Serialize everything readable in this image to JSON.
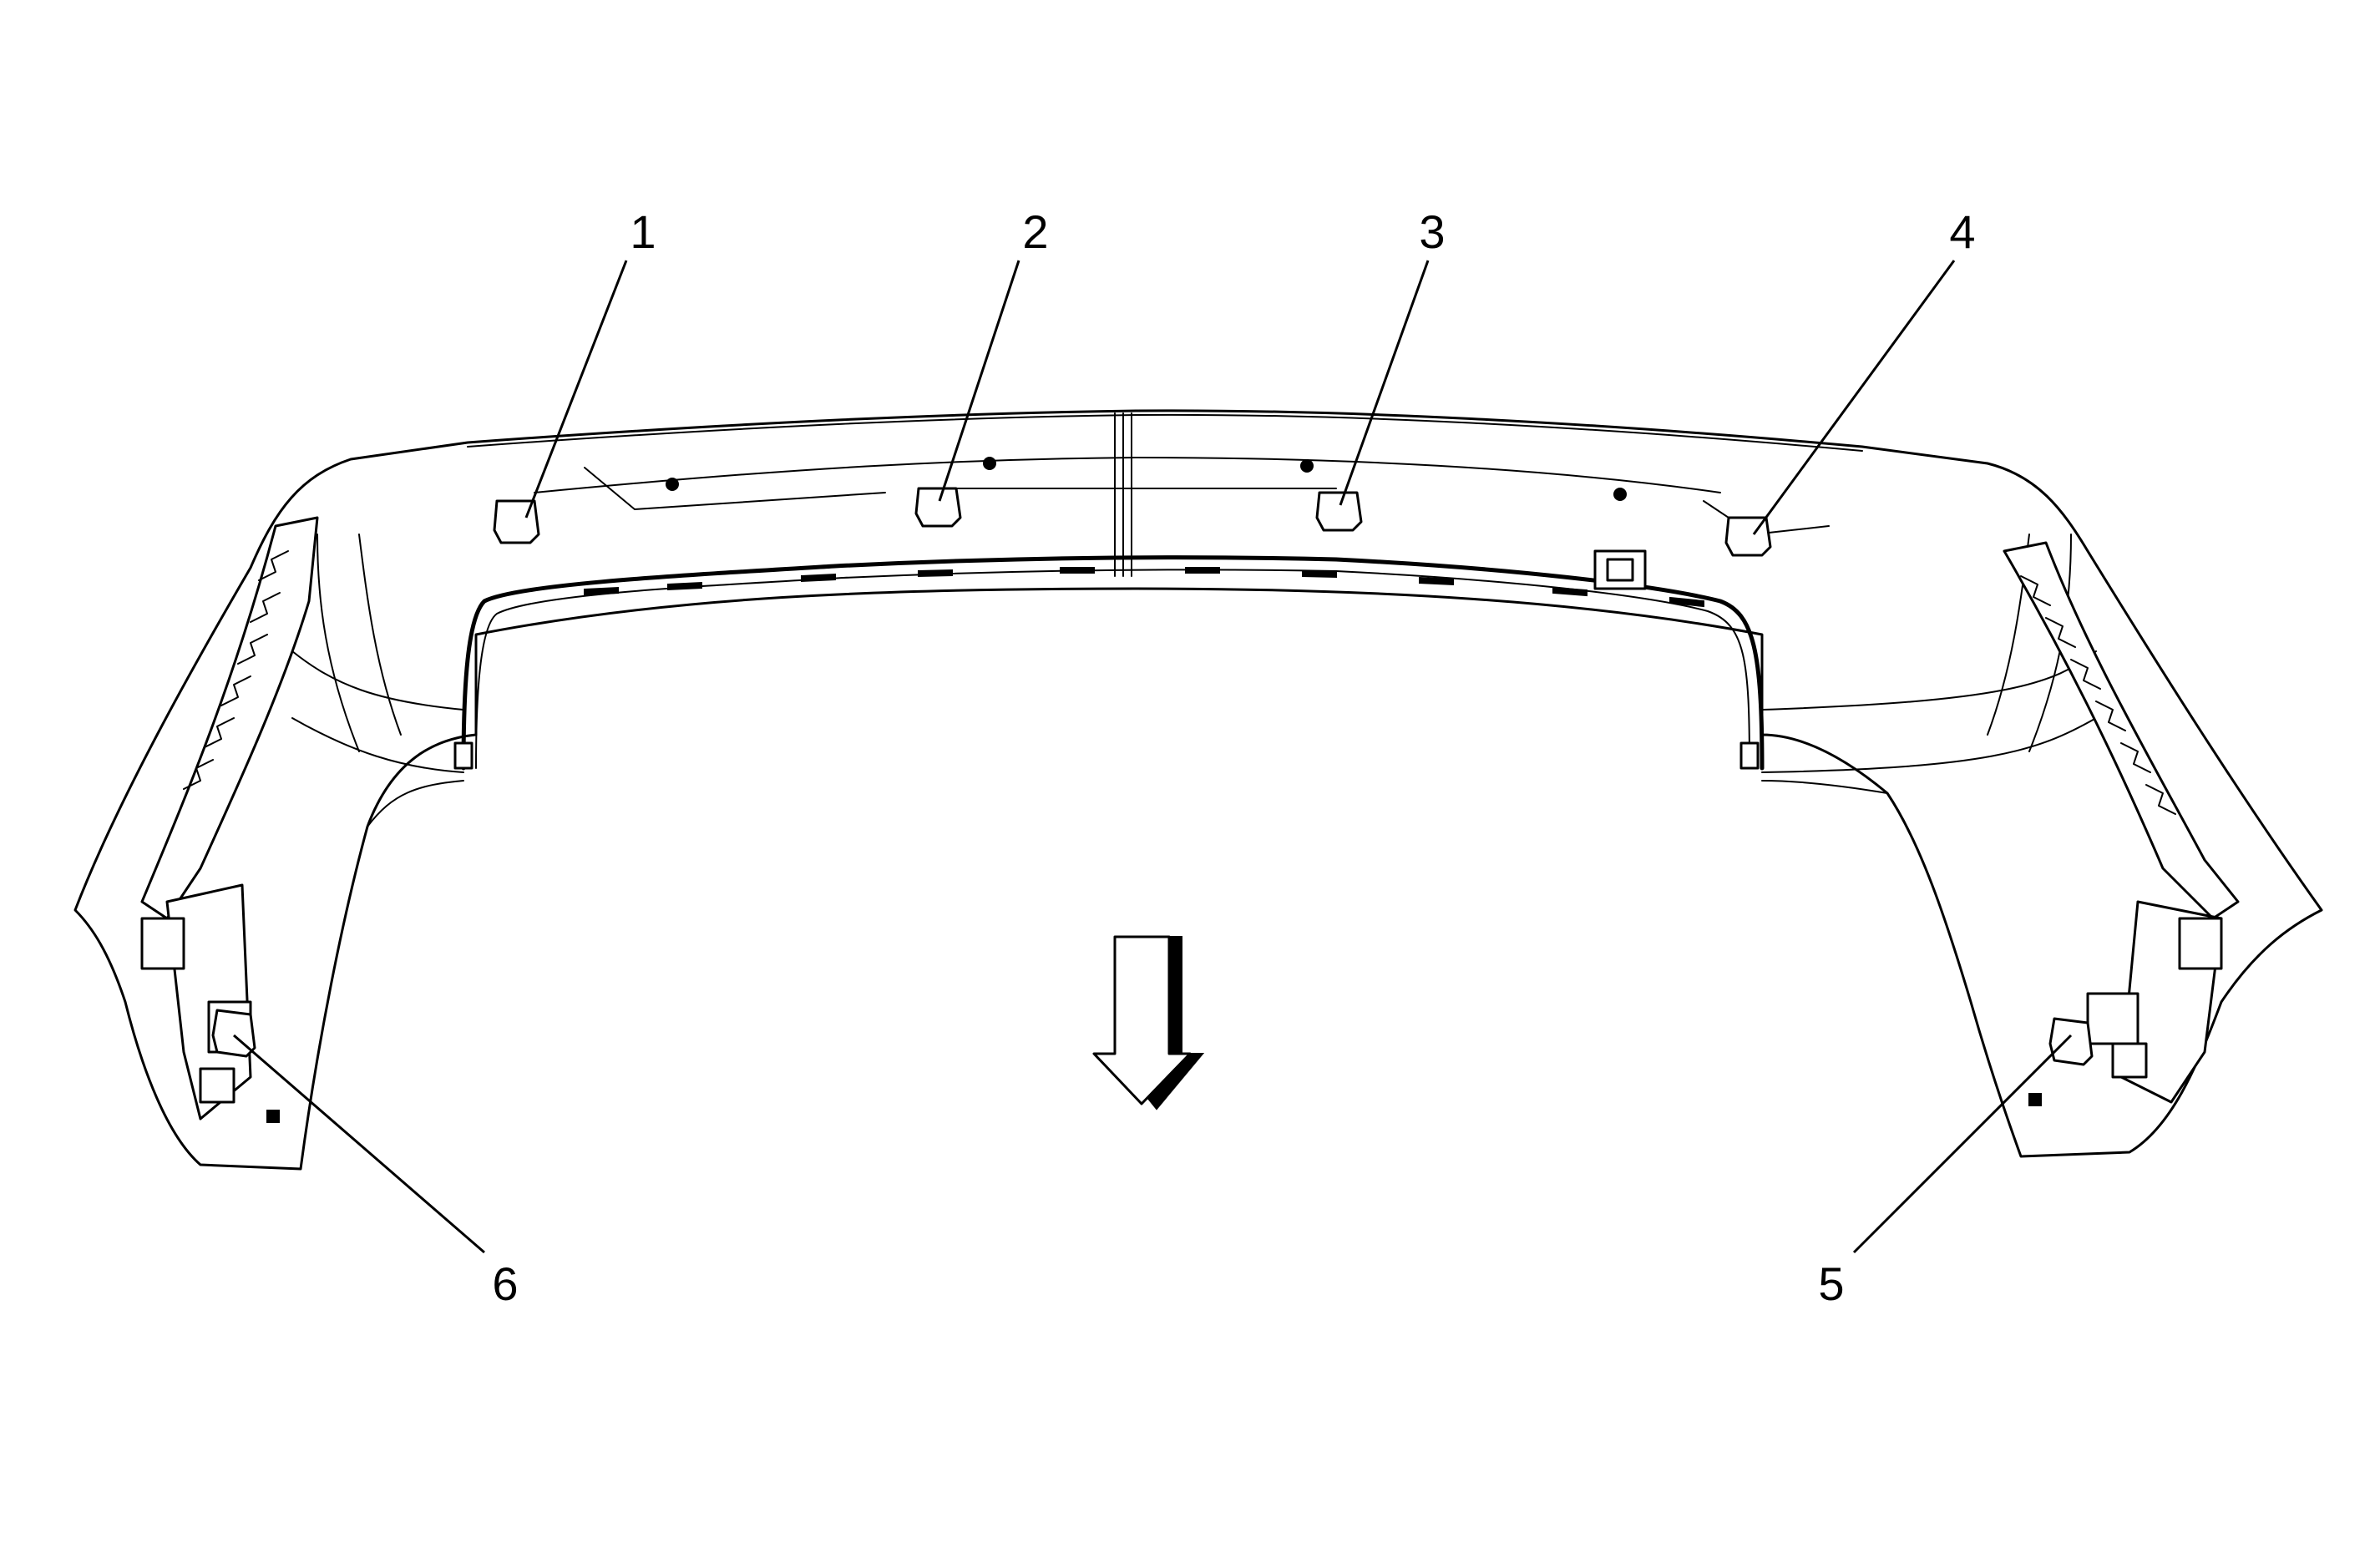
{
  "diagram": {
    "callouts": [
      {
        "id": "1",
        "label": "1"
      },
      {
        "id": "2",
        "label": "2"
      },
      {
        "id": "3",
        "label": "3"
      },
      {
        "id": "4",
        "label": "4"
      },
      {
        "id": "5",
        "label": "5"
      },
      {
        "id": "6",
        "label": "6"
      }
    ],
    "direction_arrow": "arrow-down-icon"
  }
}
